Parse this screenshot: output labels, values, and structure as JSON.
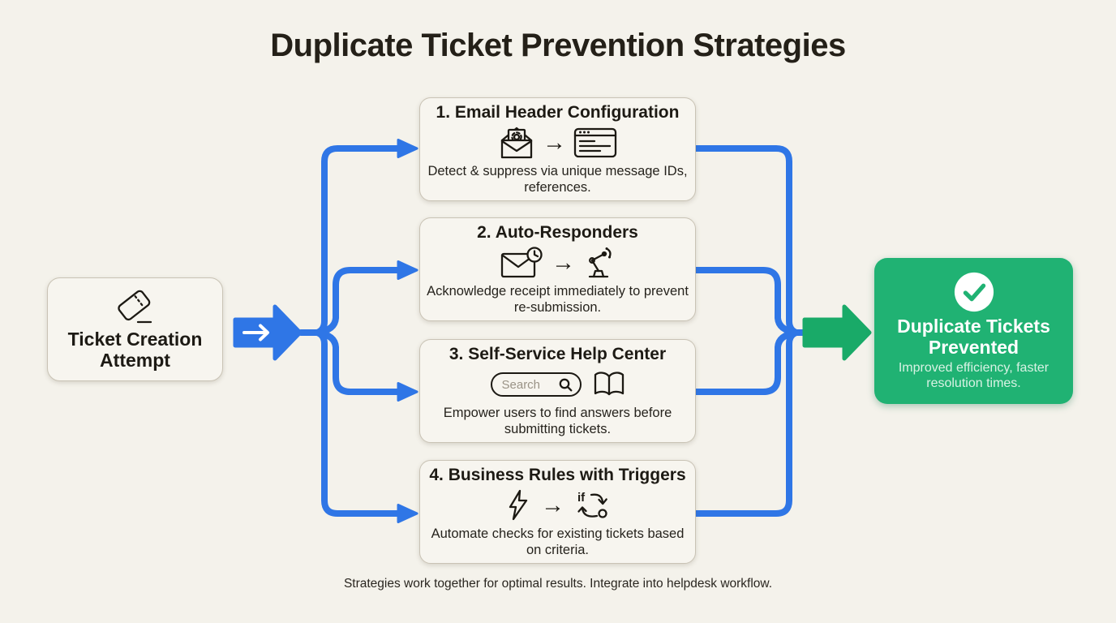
{
  "page": {
    "title": "Duplicate Ticket Prevention Strategies",
    "footer": "Strategies work together for optimal results. Integrate into helpdesk workflow."
  },
  "source": {
    "title": "Ticket Creation Attempt"
  },
  "strategies": [
    {
      "title": "1. Email Header Configuration",
      "description": "Detect & suppress via unique message IDs, references."
    },
    {
      "title": "2. Auto-Responders",
      "description": "Acknowledge receipt immediately to prevent re-submission."
    },
    {
      "title": "3. Self-Service Help Center",
      "description": "Empower users to find answers before submitting tickets.",
      "search_placeholder": "Search"
    },
    {
      "title": "4. Business Rules with Triggers",
      "description": "Automate checks for existing tickets based on criteria.",
      "icon_text": "if"
    }
  ],
  "result": {
    "title": "Duplicate Tickets Prevented",
    "description": "Improved efficiency, faster resolution times."
  },
  "icons": {
    "arrow": "→"
  },
  "colors": {
    "background": "#f4f2eb",
    "card_background": "#f7f5ef",
    "card_border": "#c9c3b5",
    "connector_blue": "#2f76e6",
    "success_green": "#20b273",
    "arrow_green": "#19aa68",
    "ink": "#1c1913"
  }
}
